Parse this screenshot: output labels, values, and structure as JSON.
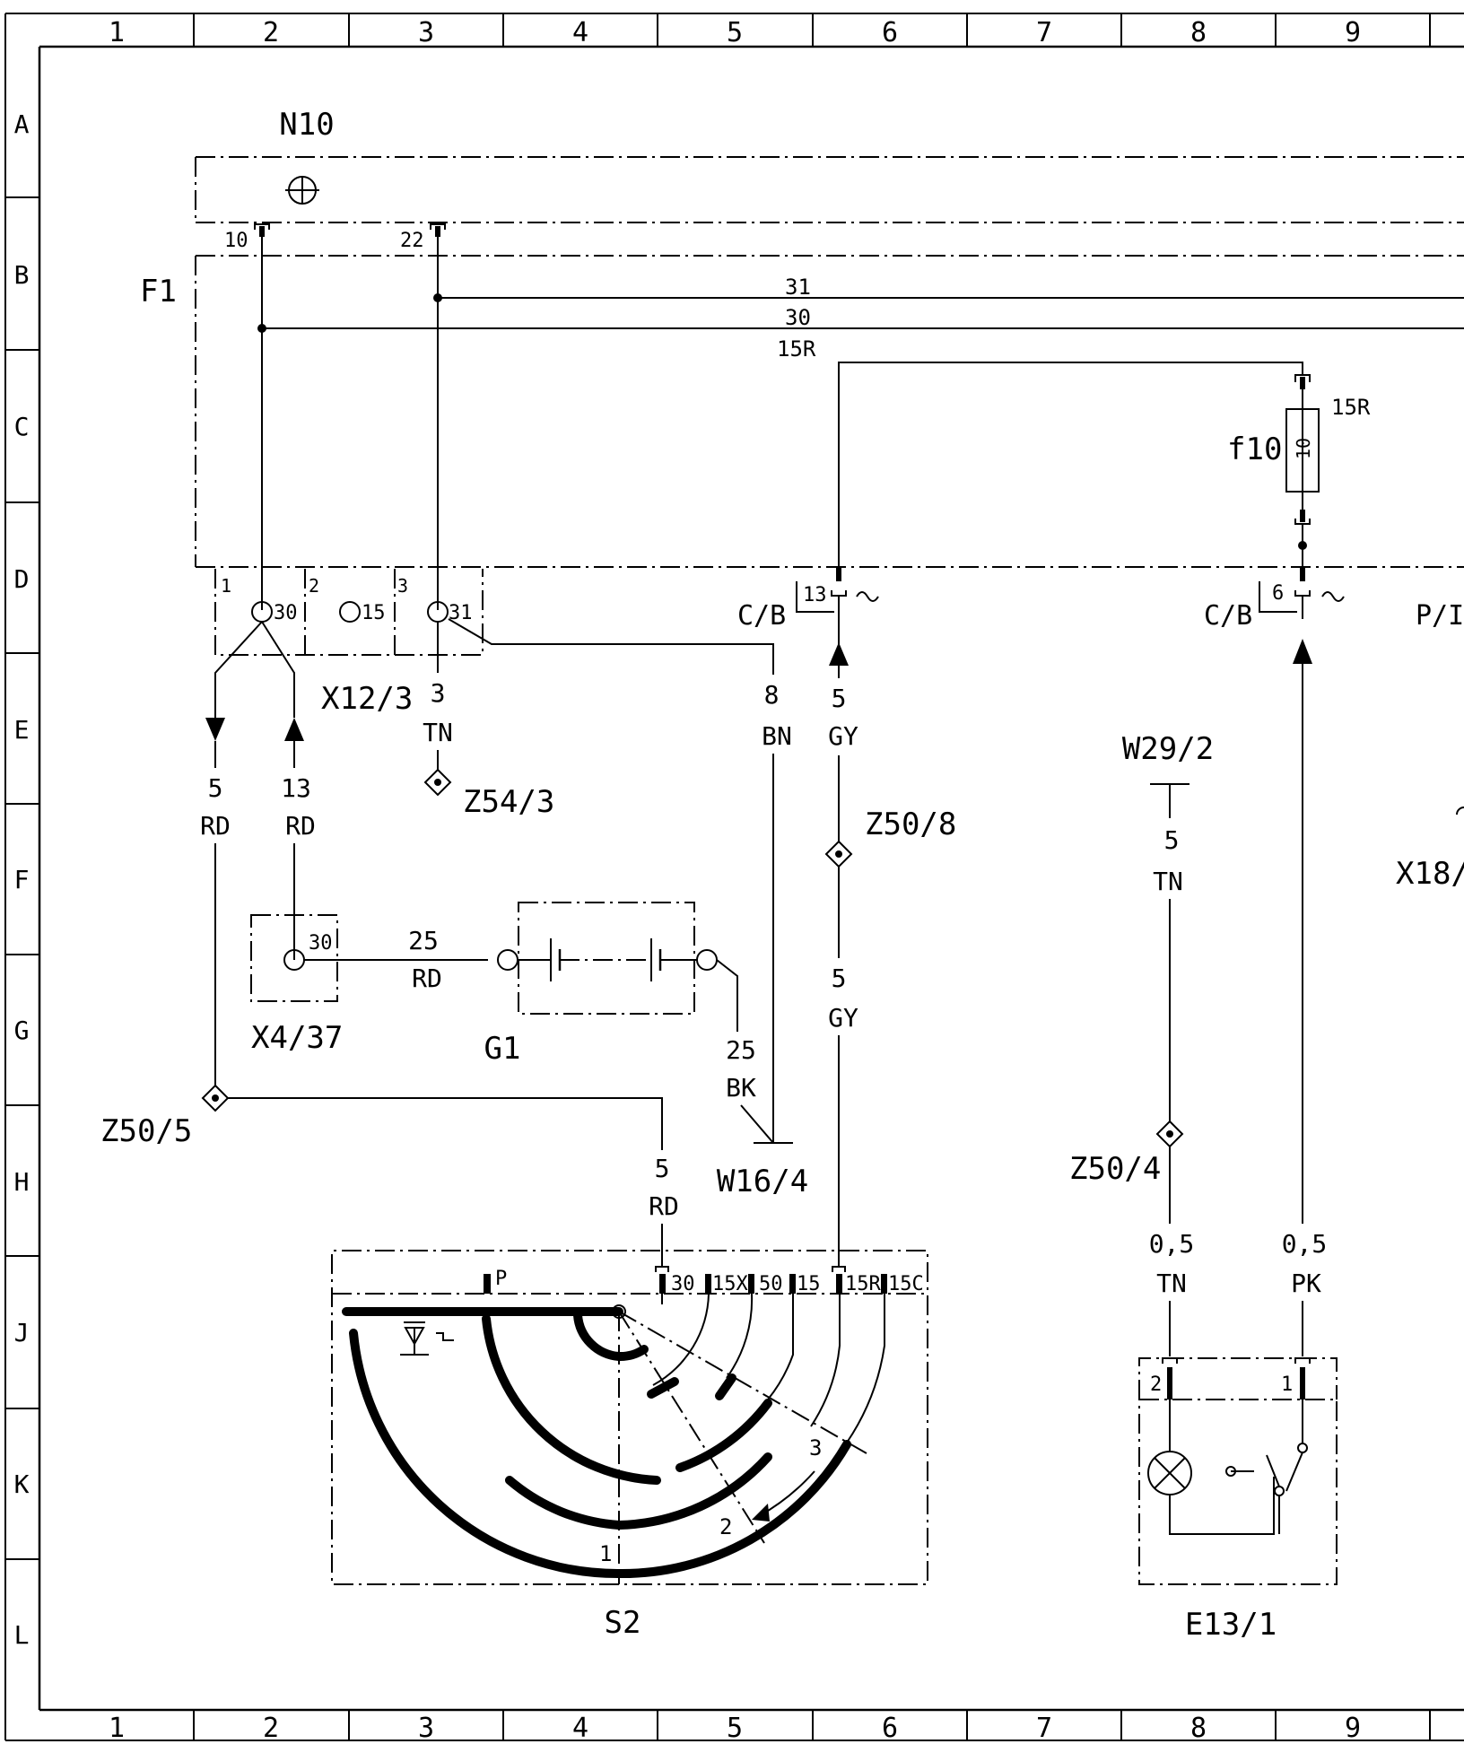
{
  "grid": {
    "columns": [
      "1",
      "2",
      "3",
      "4",
      "5",
      "6",
      "7",
      "8",
      "9"
    ],
    "rows": [
      "A",
      "B",
      "C",
      "D",
      "E",
      "F",
      "G",
      "H",
      "J",
      "K",
      "L"
    ]
  },
  "components": {
    "n10": "N10",
    "f1": "F1",
    "f10": "f10",
    "f10_rating": "10",
    "x12_3": "X12/3",
    "x4_37": "X4/37",
    "g1": "G1",
    "s2": "S2",
    "e13_1": "E13/1",
    "w29_2": "W29/2",
    "w16_4": "W16/4",
    "z54_3": "Z54/3",
    "z50_8": "Z50/8",
    "z50_5": "Z50/5",
    "z50_4": "Z50/4",
    "p_d": "P/I",
    "x18": "X18/"
  },
  "buses": {
    "b31": "31",
    "b30": "30",
    "b15r": "15R"
  },
  "pins": {
    "n10_10": "10",
    "n10_22": "22",
    "x12_1": "1",
    "x12_2": "2",
    "x12_3": "3",
    "x12_30": "30",
    "x12_15": "15",
    "x12_31": "31",
    "x4_30": "30",
    "cb13": "13",
    "cb6": "6",
    "cb_a": "C/B",
    "cb_b": "C/B",
    "f10_15r": "15R",
    "s2_p": "P",
    "s2_30": "30",
    "s2_15x": "15X",
    "s2_50": "50",
    "s2_15": "15",
    "s2_15r": "15R",
    "s2_15c": "15C",
    "s2_pos1": "1",
    "s2_pos2": "2",
    "s2_pos3": "3",
    "e13_2": "2",
    "e13_1": "1"
  },
  "wires": {
    "w_5rd_a": {
      "size": "5",
      "color": "RD"
    },
    "w_13rd": {
      "size": "13",
      "color": "RD"
    },
    "w_3tn": {
      "size": "3",
      "color": "TN"
    },
    "w_8bn": {
      "size": "8",
      "color": "BN"
    },
    "w_5gy_a": {
      "size": "5",
      "color": "GY"
    },
    "w_5gy_b": {
      "size": "5",
      "color": "GY"
    },
    "w_25rd": {
      "size": "25",
      "color": "RD"
    },
    "w_25bk": {
      "size": "25",
      "color": "BK"
    },
    "w_5rd_b": {
      "size": "5",
      "color": "RD"
    },
    "w_5tn": {
      "size": "5",
      "color": "TN"
    },
    "w_05tn": {
      "size": "0,5",
      "color": "TN"
    },
    "w_05pk": {
      "size": "0,5",
      "color": "PK"
    }
  }
}
